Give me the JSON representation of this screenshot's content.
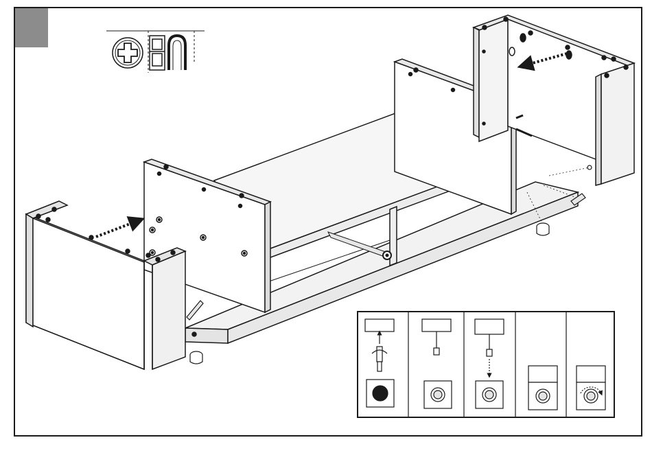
{
  "instruction": {
    "step_badge_color": "#8c8c8c",
    "line_color": "#1a1a1a",
    "panel_fill": "#f2f2f2",
    "tool": "phillips-screwdriver-icon",
    "inset_panels": [
      {
        "name": "cam-bolt-insert-step",
        "hole": "solid"
      },
      {
        "name": "cam-bolt-seated-step",
        "hole": "cam-lock"
      },
      {
        "name": "cam-lock-insert-step",
        "hole": "cam-lock"
      },
      {
        "name": "panel-joined-step",
        "hole": "cam-lock"
      },
      {
        "name": "cam-lock-tighten-step",
        "hole": "cam-lock-rotate"
      }
    ]
  }
}
